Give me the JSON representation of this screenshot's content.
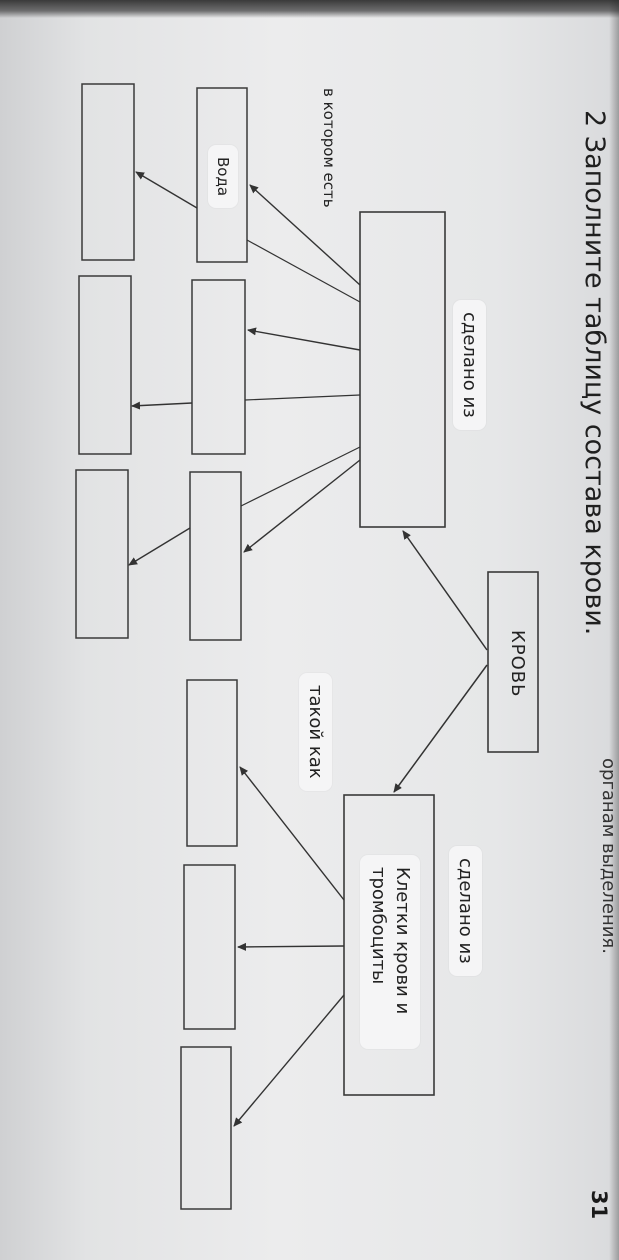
{
  "header": {
    "title": "2 Заполните таблицу состава крови.",
    "top_fragment": "органам выделения."
  },
  "diagram": {
    "root": "КРОВЬ",
    "left_link": "сделано из",
    "right_link": "сделано из",
    "sub_link_left": "в котором есть",
    "sub_link_right": "такой как",
    "filled_cell": "Вода",
    "right_node": "Клетки крови и тромбоциты"
  },
  "footer": {
    "page_number": "31"
  }
}
